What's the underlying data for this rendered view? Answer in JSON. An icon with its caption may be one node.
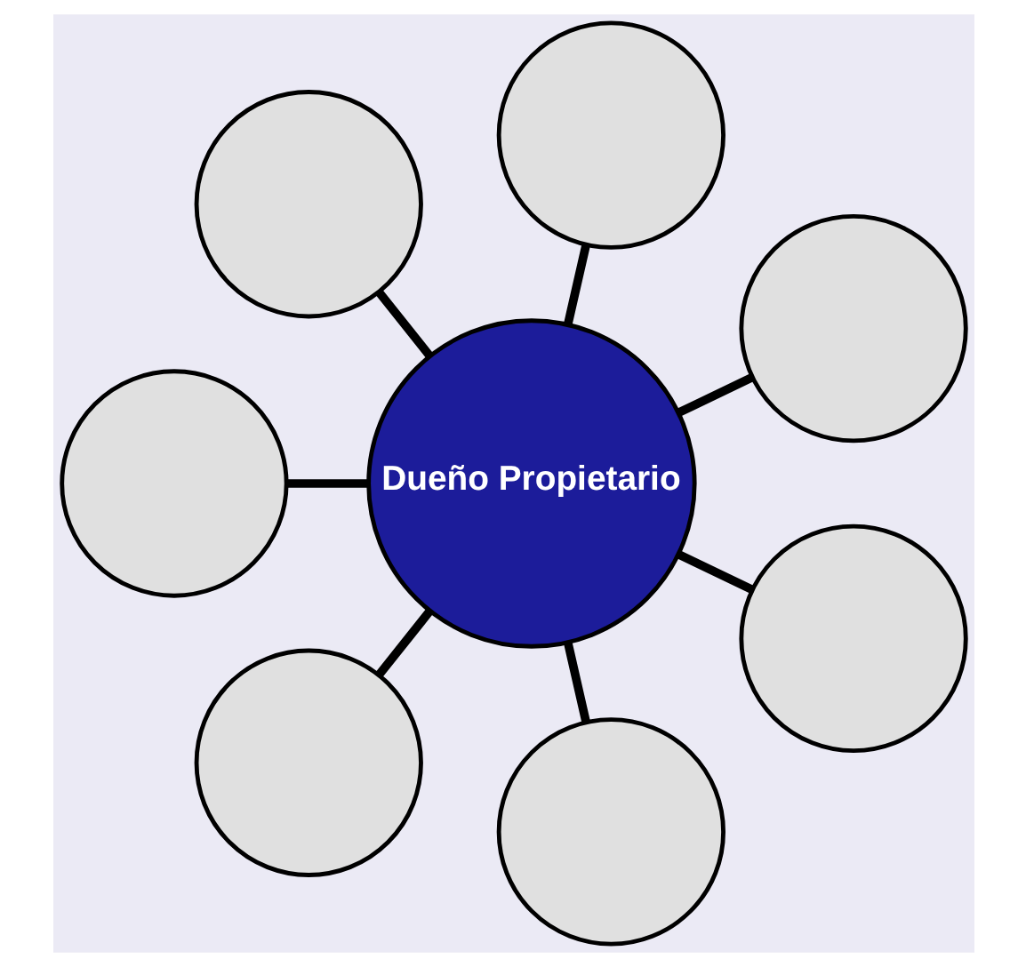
{
  "diagram": {
    "nodes": [
      {
        "text": [
          "Dueño Propietario"
        ]
      },
      {
        "text": [],
        "shape": "circle"
      },
      {
        "text": [],
        "shape": "circle"
      },
      {
        "text": [],
        "shape": "circle"
      },
      {
        "text": [],
        "shape": "circle"
      },
      {
        "text": [],
        "shape": "circle"
      },
      {
        "text": [],
        "shape": "circle"
      },
      {
        "text": [],
        "shape": "circle"
      }
    ],
    "edges": [
      {
        "from": 0,
        "to": 1,
        "arrow": "none"
      },
      {
        "from": 0,
        "to": 2,
        "arrow": "none"
      },
      {
        "from": 0,
        "to": 3,
        "arrow": "none"
      },
      {
        "from": 0,
        "to": 4,
        "arrow": "none"
      },
      {
        "from": 0,
        "to": 5,
        "arrow": "none"
      },
      {
        "from": 0,
        "to": 6,
        "arrow": "none"
      },
      {
        "from": 0,
        "to": 7,
        "arrow": "none"
      }
    ]
  }
}
